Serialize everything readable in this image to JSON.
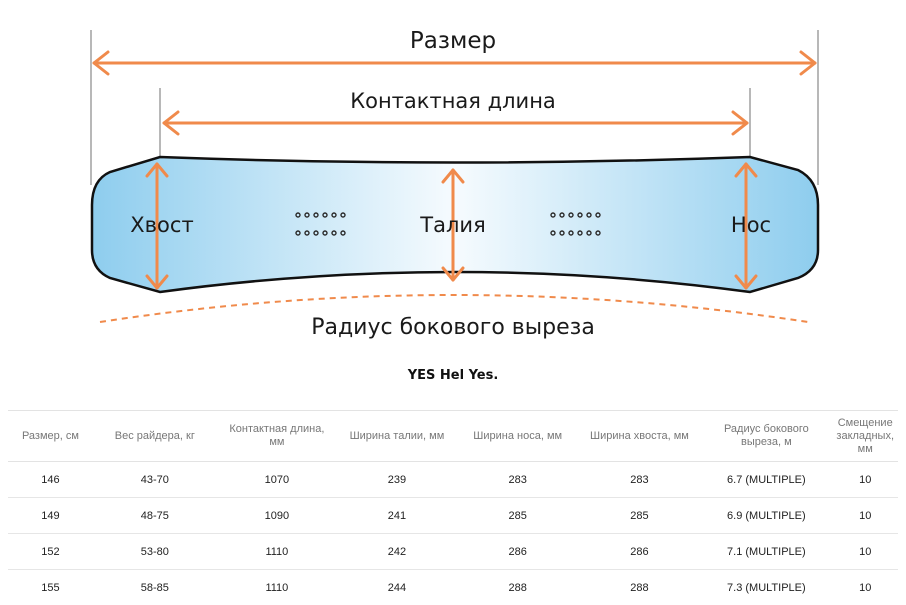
{
  "diagram": {
    "size_label": "Размер",
    "contact_label": "Контактная длина",
    "tail_label": "Хвост",
    "waist_label": "Талия",
    "nose_label": "Нос",
    "sidecut_label": "Радиус бокового выреза",
    "colors": {
      "arrow": "#f08a4b",
      "board_light": "#f2f9fd",
      "board_dark": "#8ecdee",
      "outline": "#111111"
    }
  },
  "table": {
    "title": "YES Hel Yes.",
    "headers": [
      "Размер, см",
      "Вес райдера, кг",
      "Контактная длина, мм",
      "Ширина талии, мм",
      "Ширина носа, мм",
      "Ширина хвоста, мм",
      "Радиус бокового выреза, м",
      "Смещение закладных, мм"
    ],
    "rows": [
      [
        "146",
        "43-70",
        "1070",
        "239",
        "283",
        "283",
        "6.7 (MULTIPLE)",
        "10"
      ],
      [
        "149",
        "48-75",
        "1090",
        "241",
        "285",
        "285",
        "6.9 (MULTIPLE)",
        "10"
      ],
      [
        "152",
        "53-80",
        "1110",
        "242",
        "286",
        "286",
        "7.1 (MULTIPLE)",
        "10"
      ],
      [
        "155",
        "58-85",
        "1110",
        "244",
        "288",
        "288",
        "7.3 (MULTIPLE)",
        "10"
      ]
    ]
  }
}
